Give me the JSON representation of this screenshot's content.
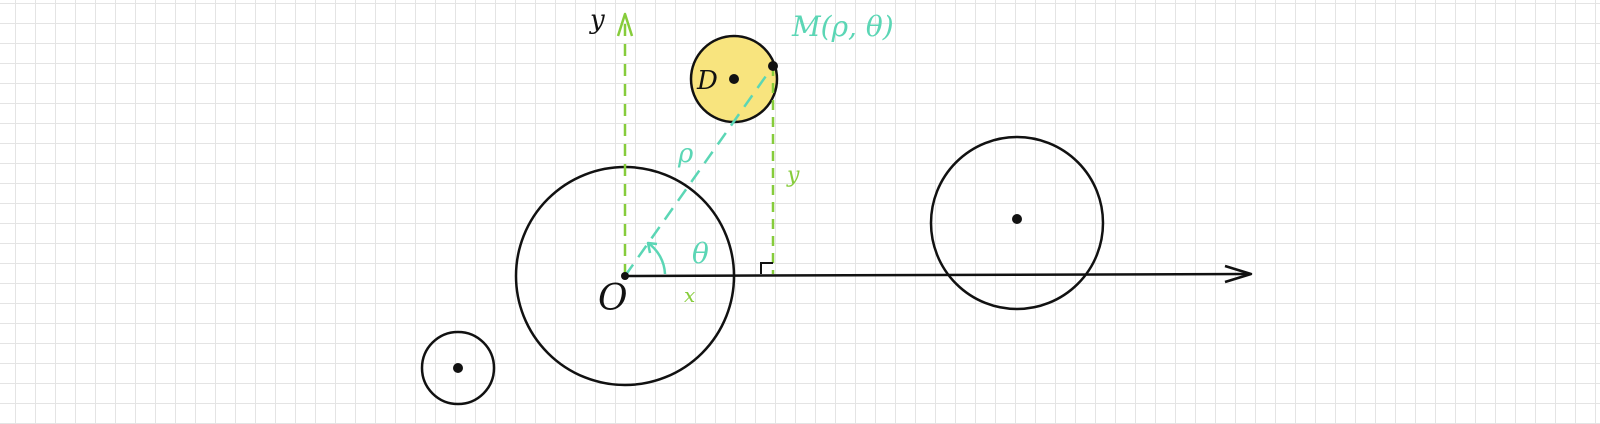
{
  "labels": {
    "y_axis": "y",
    "origin": "O",
    "point_m": "M(ρ, θ)",
    "point_d": "D",
    "rho": "ρ",
    "theta": "θ",
    "x_projection": "x",
    "y_projection": "y"
  },
  "colors": {
    "ink": "#111111",
    "green_dashed": "#86cc3b",
    "teal": "#5bd6b5",
    "highlight_fill": "#f8e47e",
    "grid": "#e4e4e4"
  }
}
